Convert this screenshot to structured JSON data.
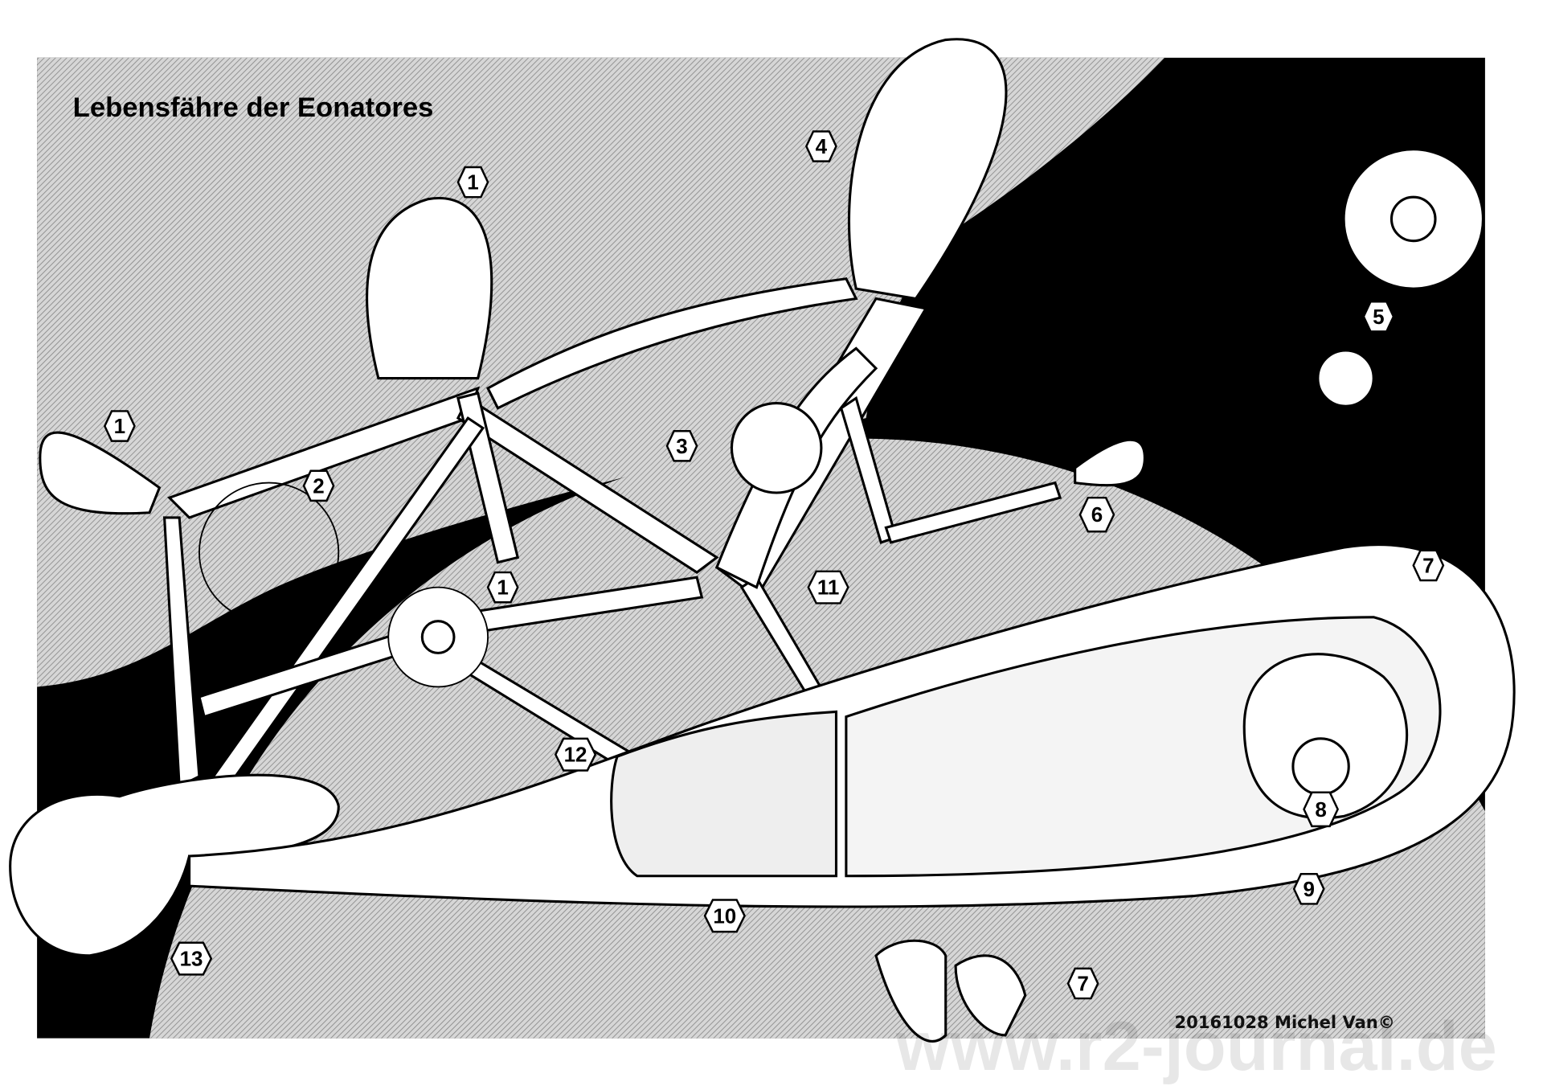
{
  "title": "Lebensfähre der Eonatores",
  "credit": "20161028 Michel Van©",
  "watermark": "www.r2-journal.de",
  "labels": [
    "1",
    "1",
    "1",
    "2",
    "3",
    "4",
    "5",
    "6",
    "7",
    "7",
    "8",
    "9",
    "10",
    "11",
    "12",
    "13"
  ],
  "colors": {
    "ink": "#000000",
    "paper": "#ffffff",
    "hatch": "#b8b8b8"
  }
}
